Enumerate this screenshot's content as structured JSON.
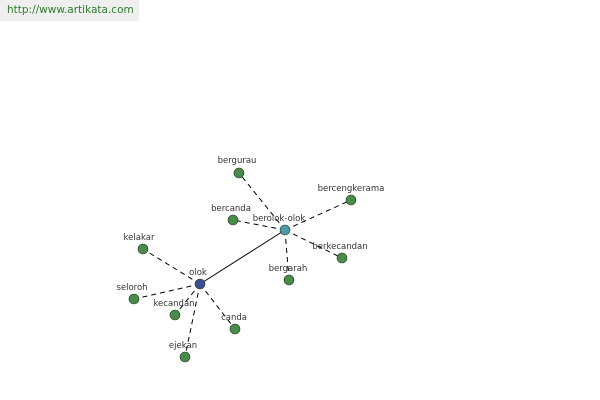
{
  "watermark": {
    "url": "http://www.artikata.com"
  },
  "graph": {
    "colors": {
      "leaf": "#4a8a4a",
      "hub_primary": "#3a4f8f",
      "hub_secondary": "#4a9aa8",
      "edge": "#000000"
    },
    "nodes": [
      {
        "id": "olok",
        "label": "olok",
        "kind": "hub_primary"
      },
      {
        "id": "berolok-olok",
        "label": "berolok-olok",
        "kind": "hub_secondary"
      },
      {
        "id": "bergurau",
        "label": "bergurau",
        "kind": "leaf"
      },
      {
        "id": "bercengkerama",
        "label": "bercengkerama",
        "kind": "leaf"
      },
      {
        "id": "bercanda",
        "label": "bercanda",
        "kind": "leaf"
      },
      {
        "id": "berkecandan",
        "label": "berkecandan",
        "kind": "leaf"
      },
      {
        "id": "bergarah",
        "label": "bergarah",
        "kind": "leaf"
      },
      {
        "id": "kelakar",
        "label": "kelakar",
        "kind": "leaf"
      },
      {
        "id": "seloroh",
        "label": "seloroh",
        "kind": "leaf"
      },
      {
        "id": "kecandan",
        "label": "kecandan",
        "kind": "leaf"
      },
      {
        "id": "canda",
        "label": "canda",
        "kind": "leaf"
      },
      {
        "id": "ejekan",
        "label": "ejekan",
        "kind": "leaf"
      }
    ],
    "edges": [
      {
        "from": "olok",
        "to": "berolok-olok",
        "style": "solid"
      },
      {
        "from": "berolok-olok",
        "to": "bergurau",
        "style": "dashed"
      },
      {
        "from": "berolok-olok",
        "to": "bercengkerama",
        "style": "dashed"
      },
      {
        "from": "berolok-olok",
        "to": "bercanda",
        "style": "dashed"
      },
      {
        "from": "berolok-olok",
        "to": "berkecandan",
        "style": "dashed"
      },
      {
        "from": "berolok-olok",
        "to": "bergarah",
        "style": "dashed"
      },
      {
        "from": "olok",
        "to": "kelakar",
        "style": "dashed"
      },
      {
        "from": "olok",
        "to": "seloroh",
        "style": "dashed"
      },
      {
        "from": "olok",
        "to": "kecandan",
        "style": "dashed"
      },
      {
        "from": "olok",
        "to": "canda",
        "style": "dashed"
      },
      {
        "from": "olok",
        "to": "ejekan",
        "style": "dashed"
      }
    ]
  }
}
